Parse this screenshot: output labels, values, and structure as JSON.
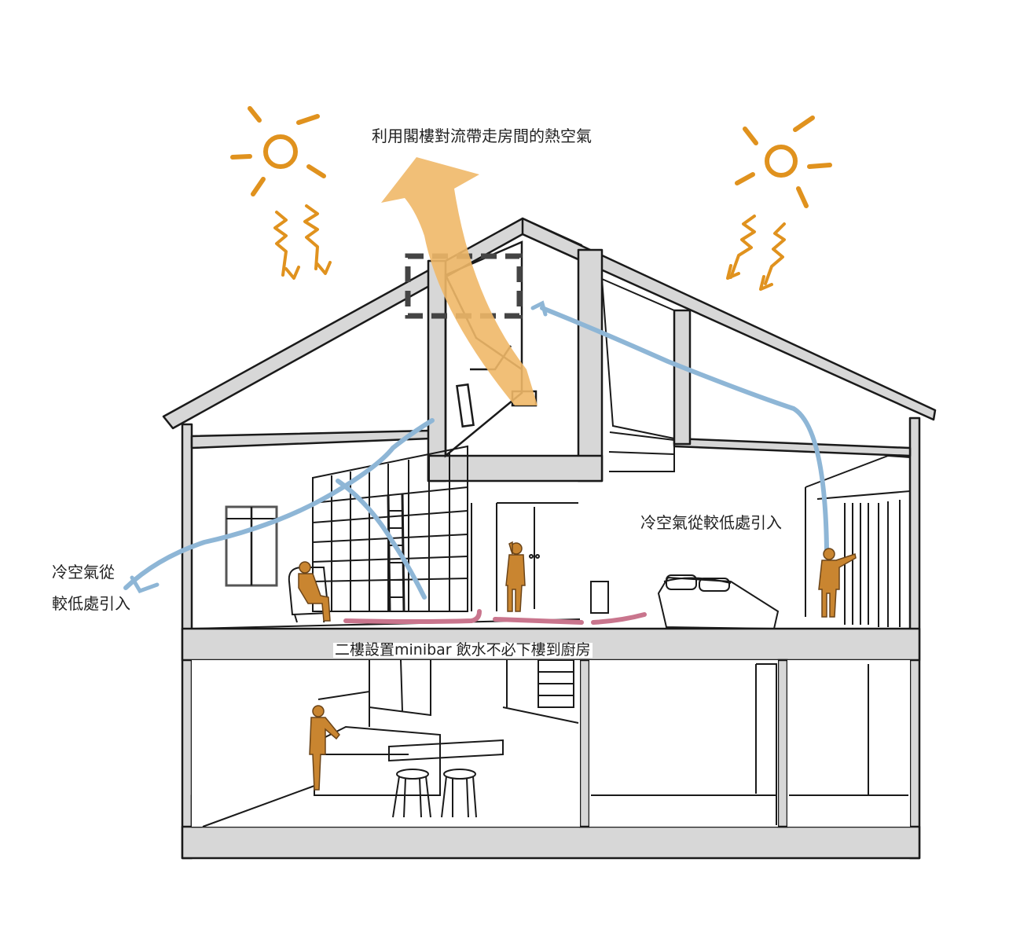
{
  "labels": {
    "hot_air": "利用閣樓對流帶走房間的熱空氣",
    "cool_air_left_line1": "冷空氣從",
    "cool_air_left_line2": "較低處引入",
    "cool_air_right": "冷空氣從較低處引入",
    "minibar": "二樓設置minibar 飲水不必下樓到廚房"
  },
  "colors": {
    "sun": "#E0921E",
    "hot_air_arrow": "#F0B868",
    "cool_air": "#8EB6D6",
    "floor_flow": "#C9758D",
    "person": "#C98530",
    "wall": "#d7d7d7",
    "outline": "#1a1a1a",
    "window_frame": "#555555"
  }
}
